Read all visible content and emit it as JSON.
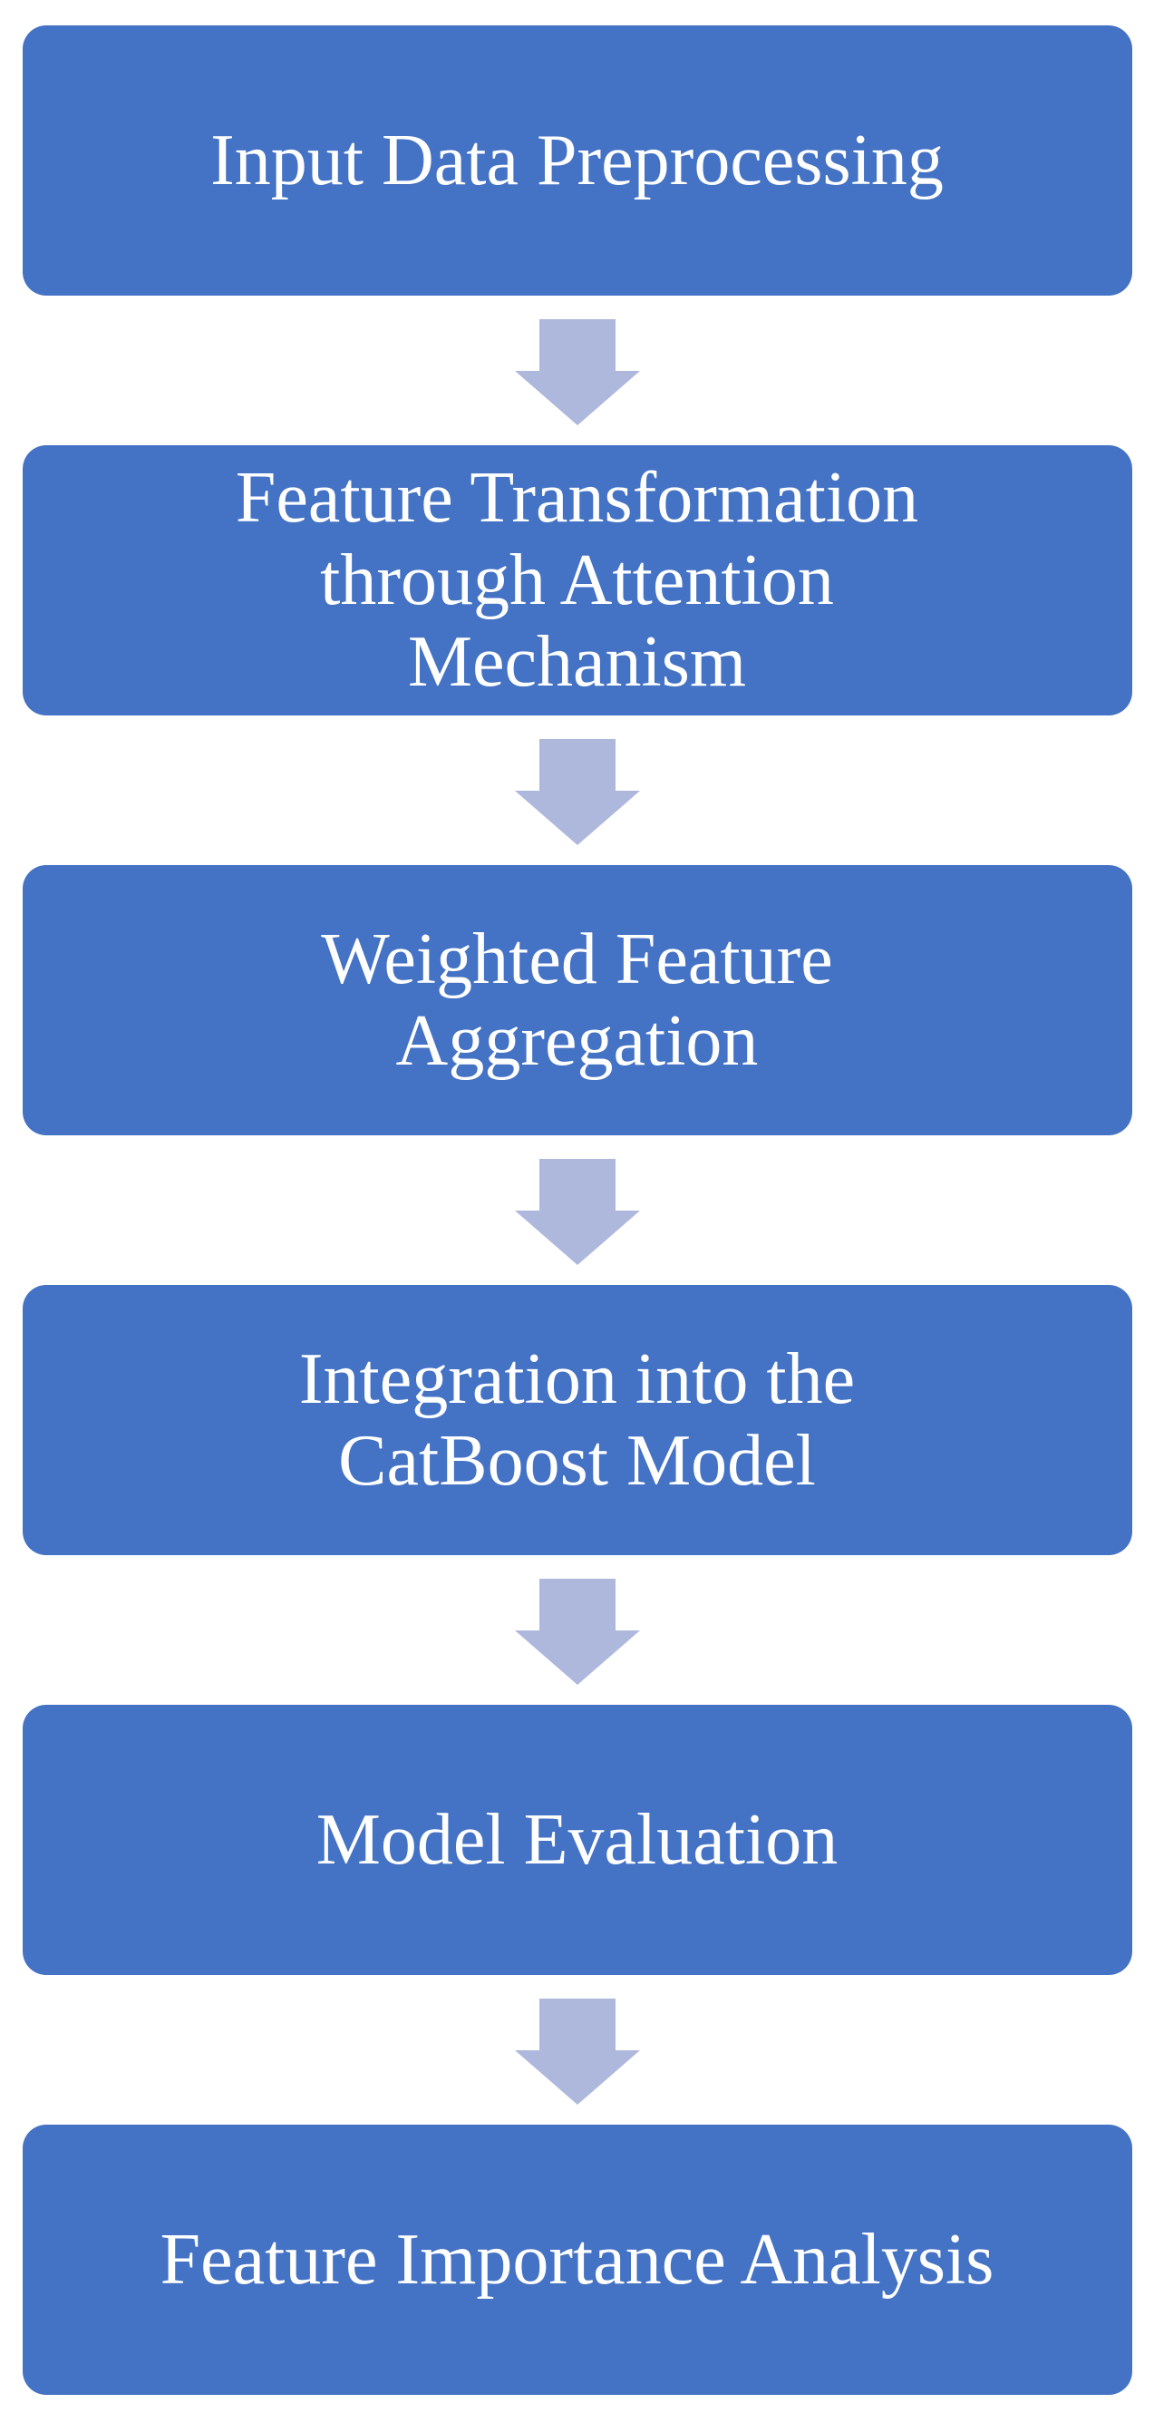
{
  "diagram": {
    "type": "flowchart-vertical",
    "colors": {
      "background": "#FFFFFF",
      "box_fill": "#4472C4",
      "text": "#FFFFFF",
      "arrow_fill": "#AEB8DD"
    },
    "steps": [
      {
        "label": "Input Data Preprocessing"
      },
      {
        "label": "Feature Transformation\nthrough Attention\nMechanism"
      },
      {
        "label": "Weighted Feature\nAggregation"
      },
      {
        "label": "Integration into the\nCatBoost Model"
      },
      {
        "label": "Model Evaluation"
      },
      {
        "label": "Feature Importance Analysis"
      }
    ]
  }
}
